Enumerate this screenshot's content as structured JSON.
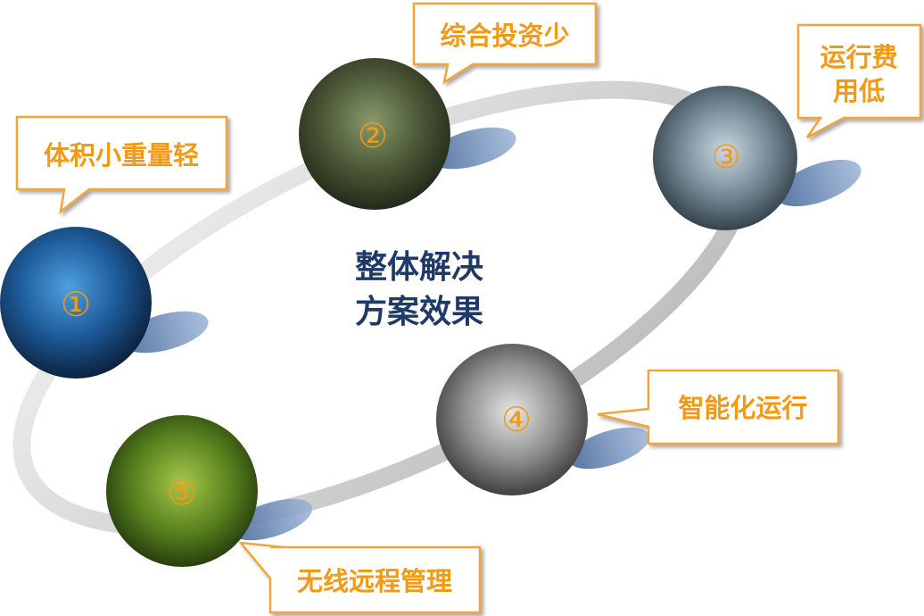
{
  "center": {
    "line1": "整体解决",
    "line2": "方案效果"
  },
  "nodes": [
    {
      "marker": "①",
      "label": "体积小重量轻"
    },
    {
      "marker": "②",
      "label": "综合投资少"
    },
    {
      "marker": "③",
      "label_line1": "运行费",
      "label_line2": "用低"
    },
    {
      "marker": "④",
      "label": "智能化运行"
    },
    {
      "marker": "⑤",
      "label": "无线远程管理"
    }
  ],
  "colors": {
    "callout_text": "#f29a16",
    "callout_border": "#f2a43a",
    "center_text": "#1f3a66",
    "ring": "#d2d2d2",
    "shadow": "#6e8fc0"
  }
}
